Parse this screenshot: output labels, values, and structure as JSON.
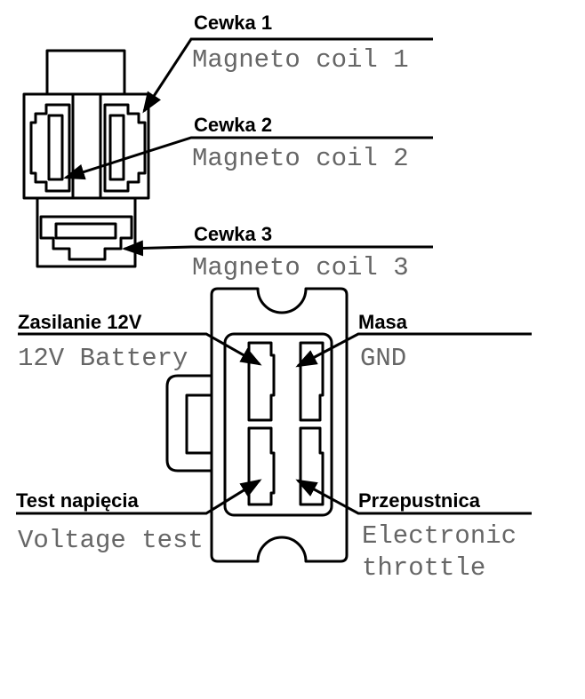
{
  "labels": {
    "coil1": {
      "pl": "Cewka 1",
      "en": "Magneto coil 1"
    },
    "coil2": {
      "pl": "Cewka 2",
      "en": "Magneto coil 2"
    },
    "coil3": {
      "pl": "Cewka 3",
      "en": "Magneto coil 3"
    },
    "battery": {
      "pl": "Zasilanie 12V",
      "en": "12V Battery"
    },
    "gnd": {
      "pl": "Masa",
      "en": "GND"
    },
    "voltage": {
      "pl": "Test napięcia",
      "en": "Voltage test"
    },
    "throttle": {
      "pl": "Przepustnica",
      "en1": "Electronic",
      "en2": "throttle"
    }
  }
}
